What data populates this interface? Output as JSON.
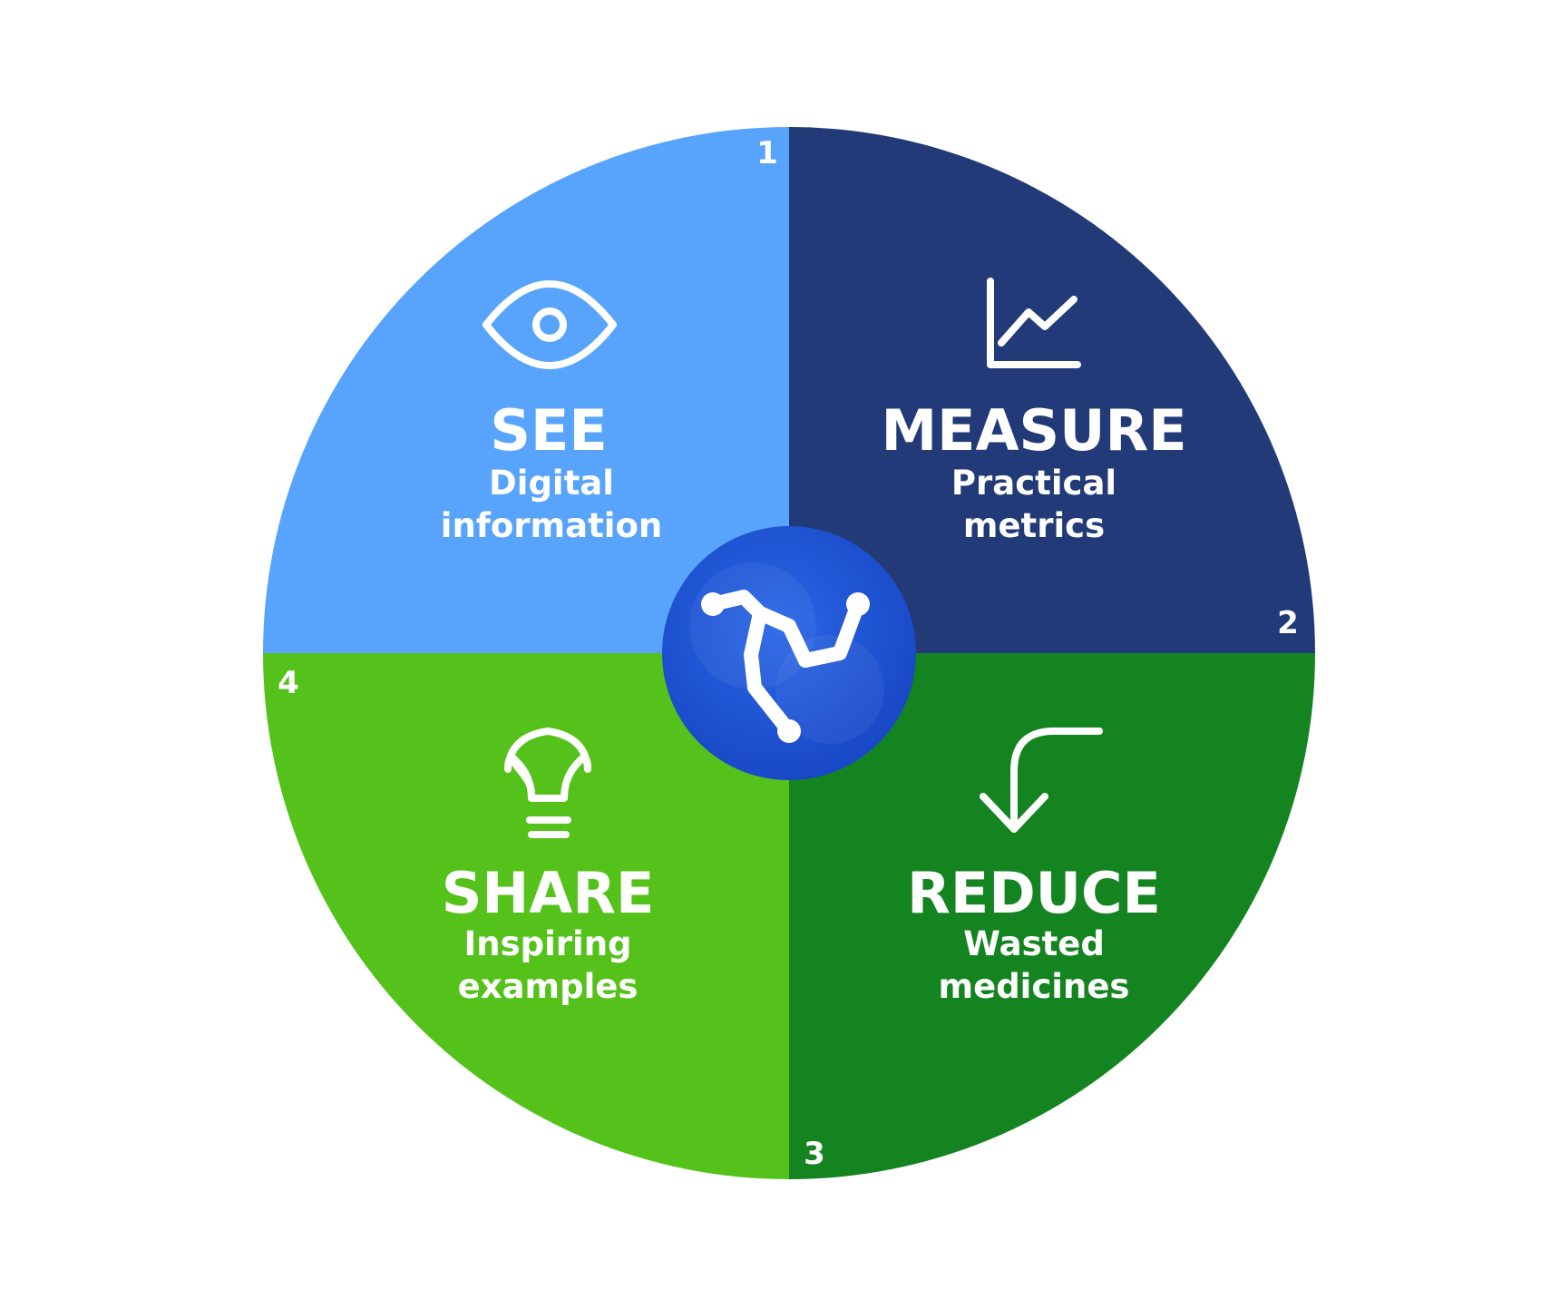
{
  "colors": {
    "see": "#58a4fc",
    "measure": "#223a78",
    "reduce": "#148420",
    "share": "#54c21a",
    "hub": "#1f58d8",
    "white": "#ffffff"
  },
  "quadrants": [
    {
      "key": "see",
      "number": "1",
      "title": "SEE",
      "subtitle": [
        "Digital",
        "information"
      ],
      "icon": "eye-icon"
    },
    {
      "key": "measure",
      "number": "2",
      "title": "MEASURE",
      "subtitle": [
        "Practical",
        "metrics"
      ],
      "icon": "line-chart-icon"
    },
    {
      "key": "reduce",
      "number": "3",
      "title": "REDUCE",
      "subtitle": [
        "Wasted",
        "medicines"
      ],
      "icon": "return-arrow-down-icon"
    },
    {
      "key": "share",
      "number": "4",
      "title": "SHARE",
      "subtitle": [
        "Inspiring",
        "examples"
      ],
      "icon": "lightbulb-icon"
    }
  ],
  "hub": {
    "icon": "molecule-network-icon"
  }
}
